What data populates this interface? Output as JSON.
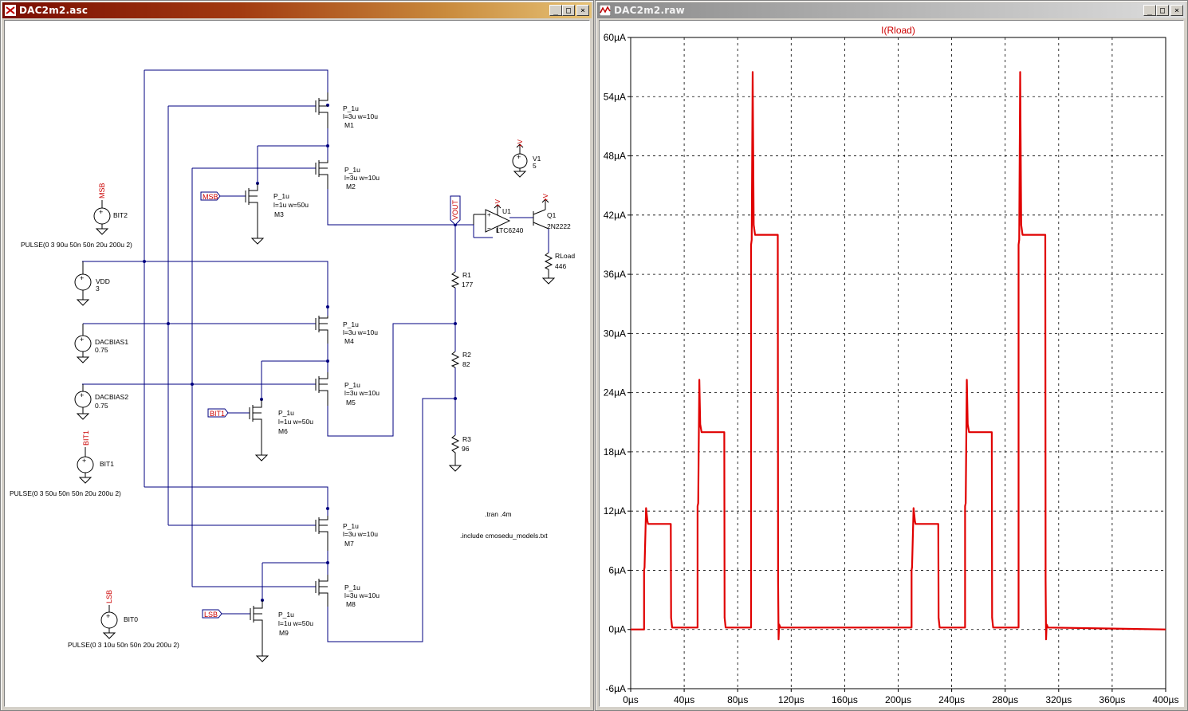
{
  "schematic_window": {
    "title": "DAC2m2.asc",
    "buttons": {
      "minimize": "_",
      "maximize": "□",
      "close": "×"
    },
    "mosfets": [
      {
        "ref": "M1",
        "model": "P_1u",
        "size": "l=3u w=10u"
      },
      {
        "ref": "M2",
        "model": "P_1u",
        "size": "l=3u w=10u"
      },
      {
        "ref": "M3",
        "model": "P_1u",
        "size": "l=1u w=50u"
      },
      {
        "ref": "M4",
        "model": "P_1u",
        "size": "l=3u w=10u"
      },
      {
        "ref": "M5",
        "model": "P_1u",
        "size": "l=3u w=10u"
      },
      {
        "ref": "M6",
        "model": "P_1u",
        "size": "l=1u w=50u"
      },
      {
        "ref": "M7",
        "model": "P_1u",
        "size": "l=3u w=10u"
      },
      {
        "ref": "M8",
        "model": "P_1u",
        "size": "l=3u w=10u"
      },
      {
        "ref": "M9",
        "model": "P_1u",
        "size": "l=1u w=50u"
      }
    ],
    "sources": {
      "bit2": {
        "name": "BIT2",
        "net": "MSB",
        "value": "PULSE(0 3 90u 50n 50n 20u 200u 2)"
      },
      "bit1": {
        "name": "BIT1",
        "net": "BIT1",
        "value": "PULSE(0 3 50u 50n 50n 20u 200u 2)"
      },
      "bit0": {
        "name": "BIT0",
        "net": "LSB",
        "value": "PULSE(0 3 10u 50n 50n 20u 200u 2)"
      },
      "vdd": {
        "name": "VDD",
        "value": "3"
      },
      "dacbias1": {
        "name": "DACBIAS1",
        "value": "0.75"
      },
      "dacbias2": {
        "name": "DACBIAS2",
        "value": "0.75"
      },
      "v1": {
        "name": "V1",
        "value": "5"
      }
    },
    "net_labels": {
      "msb": "MSB",
      "bit1": "BIT1",
      "lsb": "LSB",
      "vout": "VOUT",
      "plus_v": "+V"
    },
    "resistors": [
      {
        "ref": "R1",
        "value": "177"
      },
      {
        "ref": "R2",
        "value": "82"
      },
      {
        "ref": "R3",
        "value": "96"
      },
      {
        "ref": "RLoad",
        "value": "446"
      }
    ],
    "opamp": {
      "ref": "U1",
      "model": "LTC6240"
    },
    "transistor": {
      "ref": "Q1",
      "model": "2N2222"
    },
    "directives": {
      "tran": ".tran .4m",
      "include": ".include cmosedu_models.txt"
    }
  },
  "waveform_window": {
    "title": "DAC2m2.raw",
    "buttons": {
      "minimize": "_",
      "maximize": "□",
      "close": "×"
    },
    "trace_label": "I(Rload)",
    "y_ticks": [
      "60µA",
      "54µA",
      "48µA",
      "42µA",
      "36µA",
      "30µA",
      "24µA",
      "18µA",
      "12µA",
      "6µA",
      "0µA",
      "-6µA"
    ],
    "x_ticks": [
      "0µs",
      "40µs",
      "80µs",
      "120µs",
      "160µs",
      "200µs",
      "240µs",
      "280µs",
      "320µs",
      "360µs",
      "400µs"
    ]
  },
  "colors": {
    "wire": "#000080",
    "component": "#000000",
    "trace": "#e00000",
    "label": "#cc0000",
    "grid": "#000000"
  },
  "chart_data": {
    "type": "line",
    "title": "I(Rload)",
    "xlabel": "",
    "ylabel": "",
    "xlim": [
      0,
      400
    ],
    "ylim": [
      -6,
      60
    ],
    "x_unit": "µs",
    "y_unit": "µA",
    "grid": true,
    "series": [
      {
        "name": "I(Rload)",
        "x": [
          0,
          10,
          10,
          10.4,
          11.5,
          12.5,
          13,
          30,
          30.2,
          31,
          50,
          50,
          50.5,
          51.3,
          52,
          53,
          70,
          70.2,
          71,
          90,
          90,
          90.5,
          91.2,
          92,
          93,
          110,
          110.2,
          110.6,
          111,
          112,
          210,
          210,
          210.4,
          211.5,
          212.5,
          213,
          230,
          230.2,
          231,
          250,
          250,
          250.5,
          251.3,
          252,
          253,
          270,
          270.2,
          271,
          290,
          290,
          290.5,
          291.2,
          292,
          293,
          310,
          310.2,
          310.6,
          311,
          312,
          400
        ],
        "y": [
          0,
          0,
          6,
          6.3,
          12.3,
          11,
          10.7,
          10.7,
          1.2,
          0.2,
          0.2,
          12.5,
          12.8,
          25.3,
          20.8,
          20,
          20,
          1.2,
          0.2,
          0.2,
          39,
          39.5,
          56.5,
          41,
          40,
          40,
          5,
          -1,
          0.5,
          0.2,
          0.2,
          6,
          6.3,
          12.3,
          11,
          10.7,
          10.7,
          1.2,
          0.2,
          0.2,
          12.5,
          12.8,
          25.3,
          20.8,
          20,
          20,
          1.2,
          0.2,
          0.2,
          39,
          39.5,
          56.5,
          41,
          40,
          40,
          5,
          -1,
          0.5,
          0.2,
          0
        ]
      }
    ]
  }
}
